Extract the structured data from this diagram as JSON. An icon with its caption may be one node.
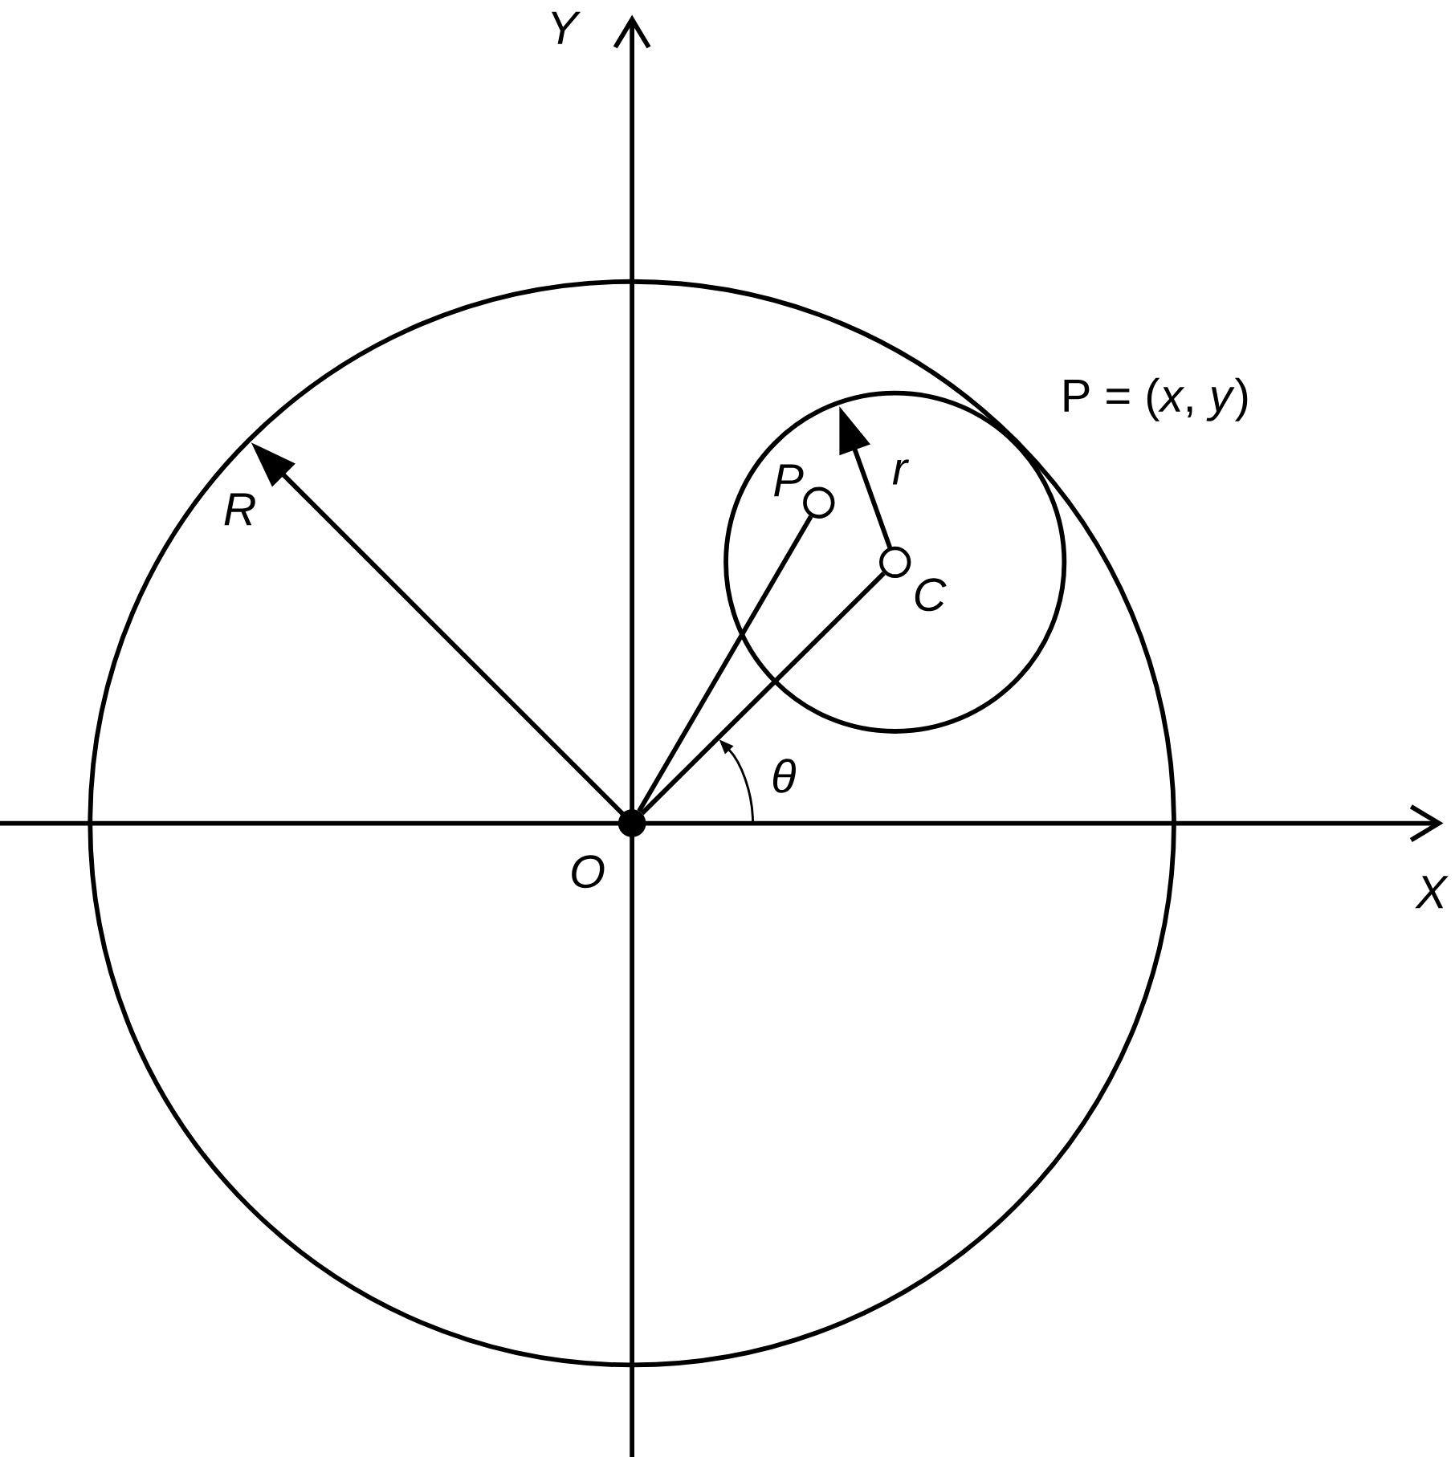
{
  "diagram": {
    "nodes": [
      {
        "text": [],
        "shape": "circle",
        "beside": [
          "O"
        ]
      },
      {
        "text": [],
        "shape": "circle",
        "beside": [
          "P"
        ]
      },
      {
        "text": [],
        "shape": "circle",
        "beside": [
          "C"
        ]
      }
    ],
    "edges": [
      {
        "from": 0,
        "to": 1,
        "arrow": "none"
      },
      {
        "from": 0,
        "to": 2,
        "arrow": "none"
      }
    ],
    "labels": [
      "Y",
      "P = (*x*, *y*)",
      "r",
      "R",
      "θ",
      "X"
    ]
  }
}
